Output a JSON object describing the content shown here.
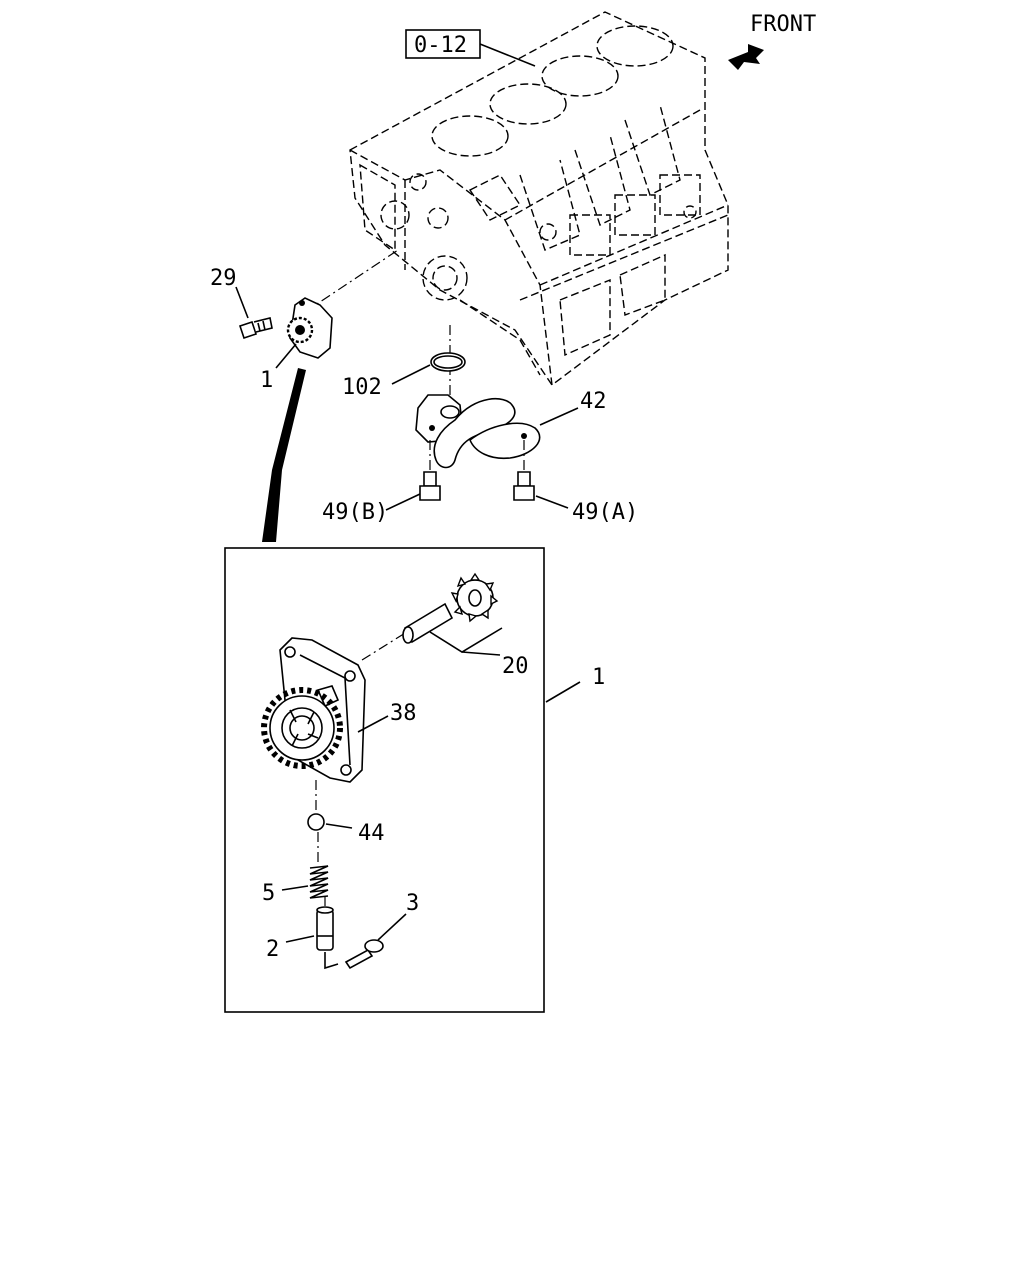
{
  "header": {
    "front_label": "FRONT",
    "ref_label": "0-12"
  },
  "callouts": {
    "c29": "29",
    "c1_top": "1",
    "c102": "102",
    "c42": "42",
    "c49b": "49(B)",
    "c49a": "49(A)",
    "c20": "20",
    "c1_box": "1",
    "c38": "38",
    "c44": "44",
    "c5": "5",
    "c3": "3",
    "c2": "2"
  }
}
